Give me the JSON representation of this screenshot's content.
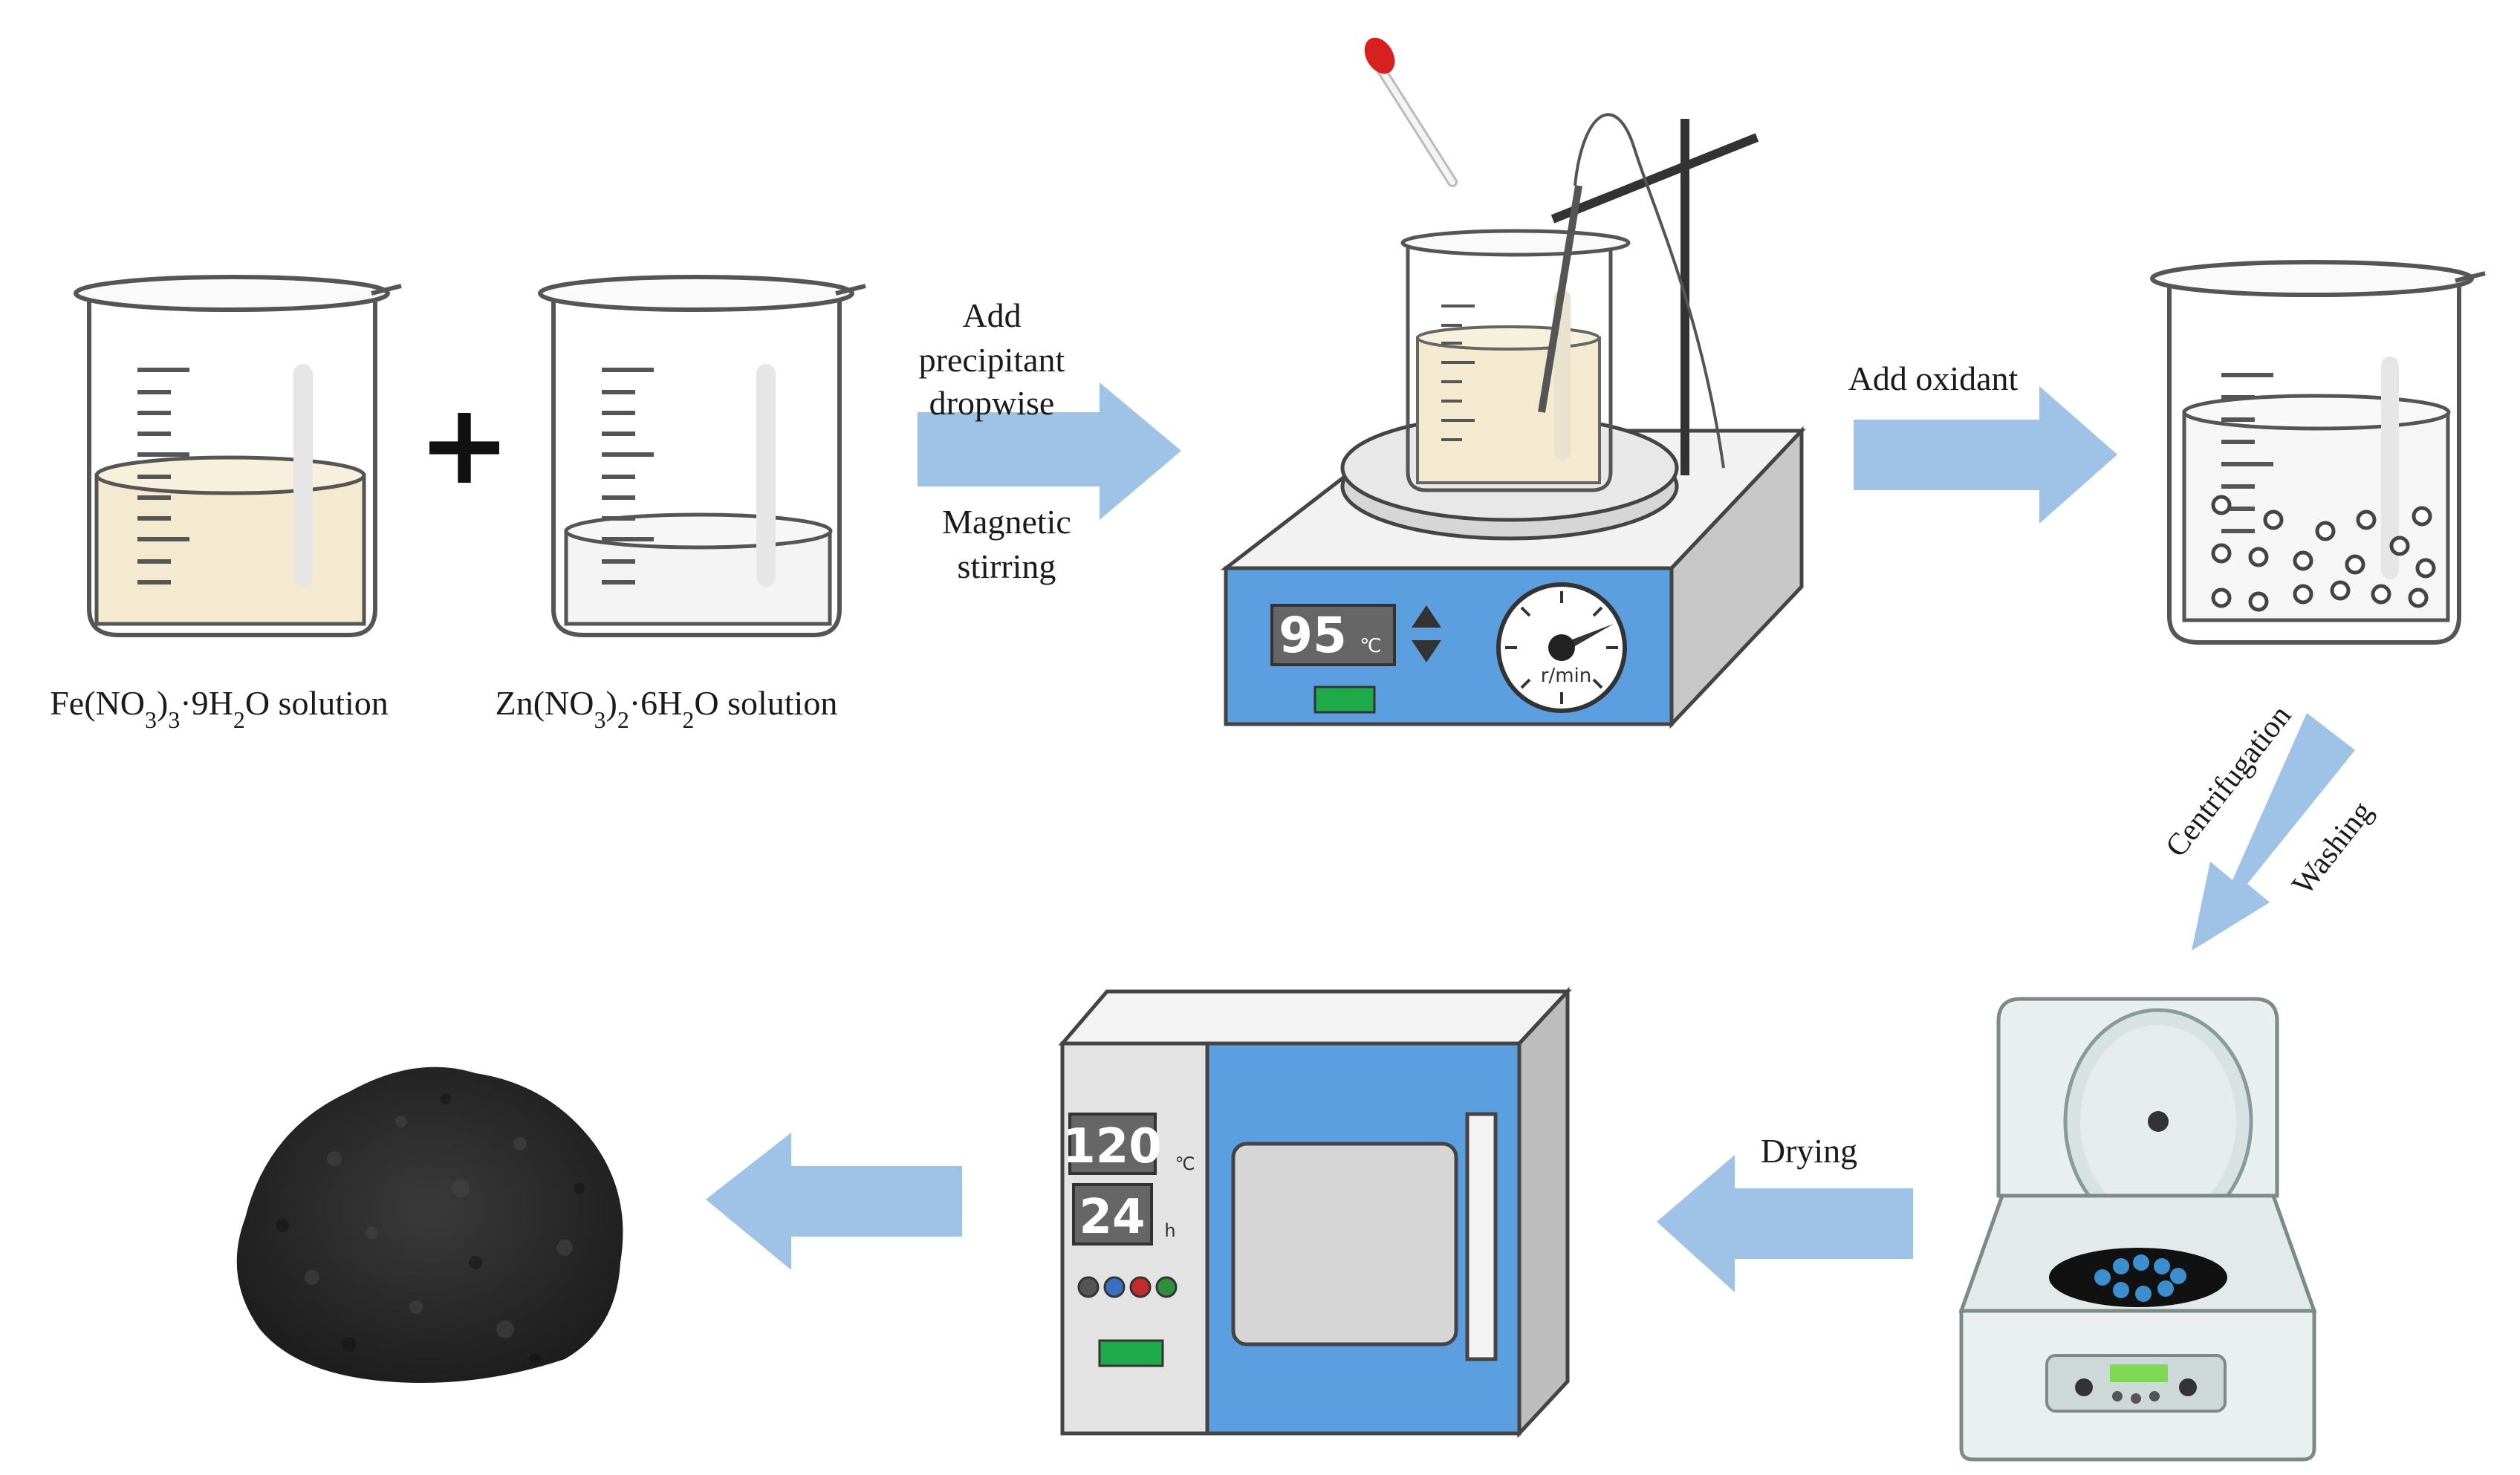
{
  "reagents": {
    "fe_label": {
      "pre": "Fe(NO",
      "sub1": "3",
      "mid1": ")",
      "sub2": "3",
      "mid2": "·9H",
      "sub3": "2",
      "post": "O solution"
    },
    "zn_label": {
      "pre": "Zn(NO",
      "sub1": "3",
      "mid1": ")",
      "sub2": "2",
      "mid2": "·6H",
      "sub3": "2",
      "post": "O solution"
    },
    "plus": "+"
  },
  "steps": {
    "precipitant": [
      "Add",
      "precipitant",
      "dropwise"
    ],
    "stirring": [
      "Magnetic",
      "stirring"
    ],
    "oxidant": "Add oxidant",
    "centrifugation": "Centrifugation",
    "washing": "Washing",
    "drying": "Drying"
  },
  "stirrer": {
    "temperature": "95",
    "temp_unit": "℃",
    "speed_unit": "r/min"
  },
  "oven": {
    "temperature": "120",
    "temp_unit": "℃",
    "time": "24",
    "time_unit": "h"
  },
  "colors": {
    "arrow": "#9fc3e6",
    "solution": "#f3ead0",
    "device_blue": "#5b9fe0",
    "device_gray": "#e2e2e2",
    "powder": "#2b2b2b",
    "indicator_green": "#1faa4a"
  }
}
